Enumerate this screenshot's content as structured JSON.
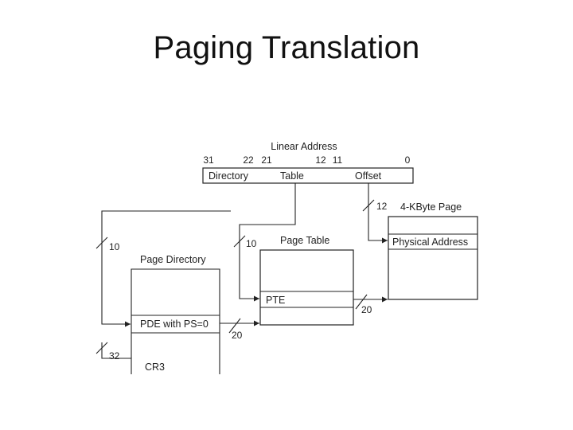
{
  "slide": {
    "title": "Paging Translation"
  },
  "linear_address": {
    "title": "Linear Address",
    "bits": {
      "b31": "31",
      "b22": "22",
      "b21": "21",
      "b12": "12",
      "b11": "11",
      "b0": "0"
    },
    "fields": {
      "directory": "Directory",
      "table": "Table",
      "offset": "Offset"
    }
  },
  "page_directory": {
    "label": "Page Directory",
    "entry": "PDE with PS=0"
  },
  "page_table": {
    "label": "Page Table",
    "entry": "PTE"
  },
  "page": {
    "label": "4-KByte Page",
    "entry": "Physical Address"
  },
  "cr3": {
    "label": "CR3"
  },
  "widths": {
    "dir_bits": "10",
    "table_bits": "10",
    "offset_bits": "12",
    "pde_bits": "20",
    "pte_bits": "20",
    "cr3_bits": "32"
  }
}
